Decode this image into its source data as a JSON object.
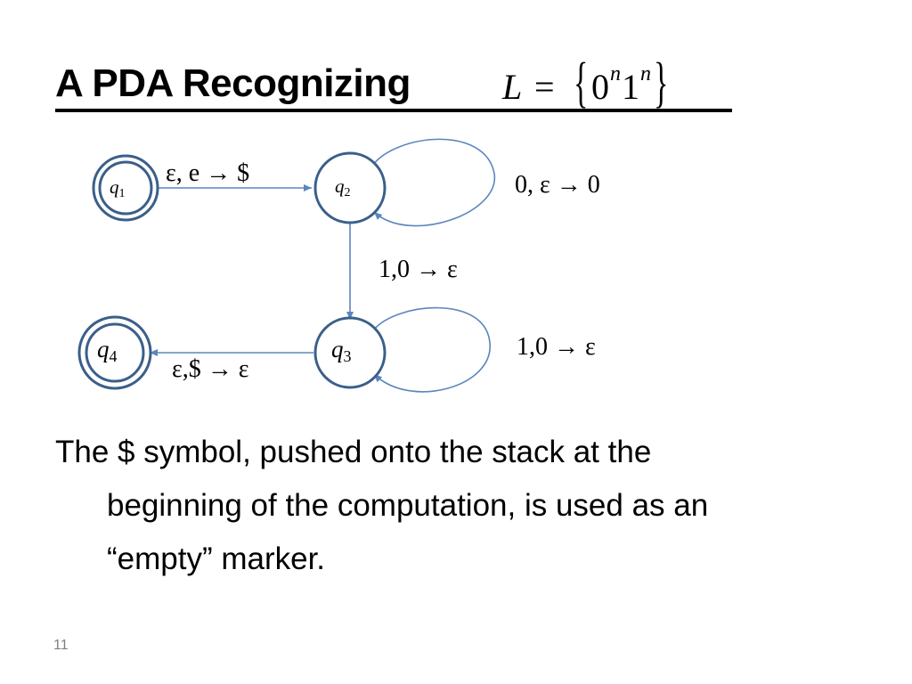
{
  "title": {
    "text": "A PDA Recognizing",
    "formula": {
      "lhs": "L",
      "eq": "=",
      "open_brace": "{",
      "zero": "0",
      "n1": "n",
      "one": "1",
      "n2": "n",
      "close_brace": "}"
    }
  },
  "states": [
    {
      "id": "q1",
      "base": "q",
      "sub": "1",
      "accept": true
    },
    {
      "id": "q2",
      "base": "q",
      "sub": "2",
      "accept": false
    },
    {
      "id": "q3",
      "base": "q",
      "sub": "3",
      "accept": false
    },
    {
      "id": "q4",
      "base": "q",
      "sub": "4",
      "accept": true
    }
  ],
  "transitions": [
    {
      "from": "q1",
      "to": "q2",
      "label": "ε, e → $"
    },
    {
      "from": "q2",
      "to": "q2",
      "label": "0, ε → 0"
    },
    {
      "from": "q2",
      "to": "q3",
      "label": "1,0 → ε"
    },
    {
      "from": "q3",
      "to": "q3",
      "label": "1,0 → ε"
    },
    {
      "from": "q3",
      "to": "q4",
      "label": "ε,$ → ε"
    }
  ],
  "body": {
    "line1": "The $ symbol, pushed onto the stack at the",
    "line2": "beginning of the computation, is used as an",
    "line3": "“empty” marker."
  },
  "page_number": "11",
  "colors": {
    "state_stroke": "#3b5f8a",
    "edge": "#5b86bd"
  }
}
